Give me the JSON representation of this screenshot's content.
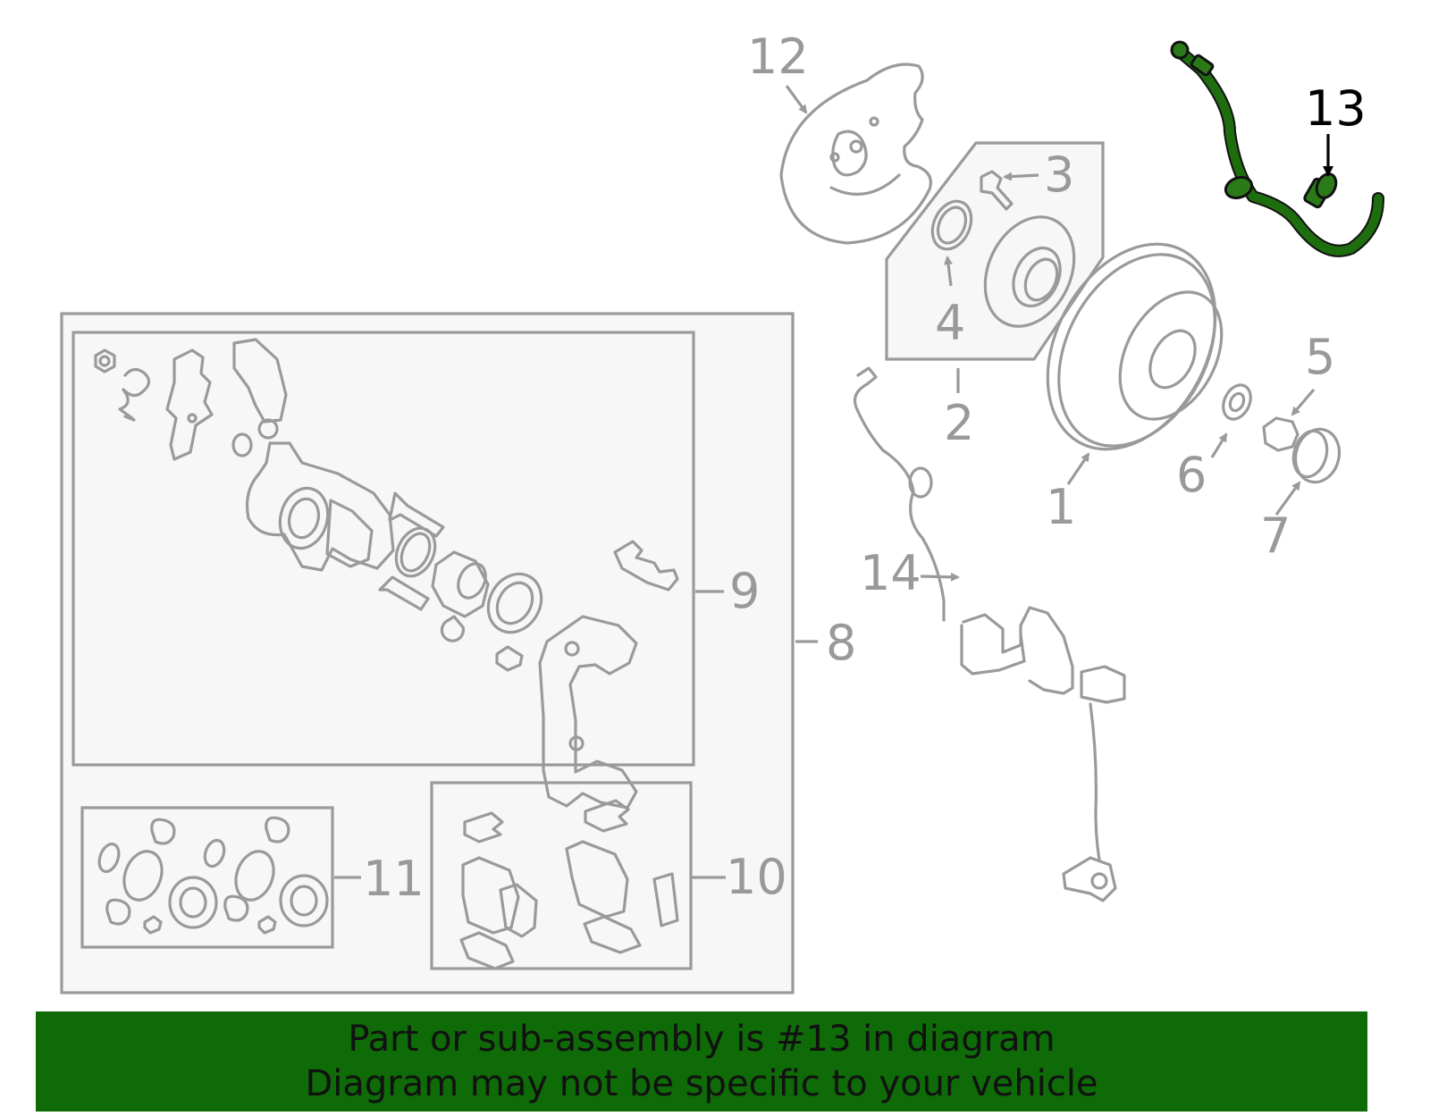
{
  "labels": {
    "p1": "1",
    "p2": "2",
    "p3": "3",
    "p4": "4",
    "p5": "5",
    "p6": "6",
    "p7": "7",
    "p8": "8",
    "p9": "9",
    "p10": "10",
    "p11": "11",
    "p12": "12",
    "p13": "13",
    "p14": "14"
  },
  "highlight_part": "13",
  "colors": {
    "highlight": "#1e6e10",
    "banner": "#0f6a08",
    "parts": "#9a9a9a"
  },
  "banner": {
    "line1": "Part or sub-assembly is #13 in diagram",
    "line2": "Diagram may not be specific to your vehicle"
  }
}
